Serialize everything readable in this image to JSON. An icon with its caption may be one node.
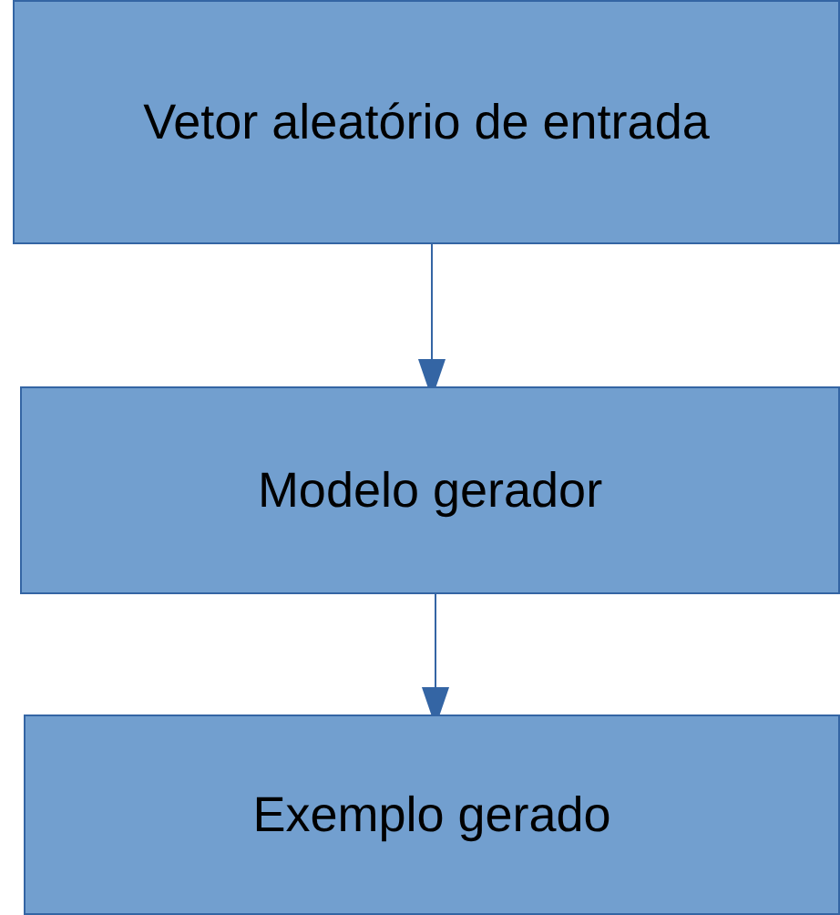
{
  "diagram": {
    "nodes": [
      {
        "text": [
          "Vetor aleatório de entrada"
        ]
      },
      {
        "text": [
          "Modelo gerador"
        ]
      },
      {
        "text": [
          "Exemplo gerado"
        ]
      }
    ],
    "edges": [
      {
        "from": 0,
        "to": 1,
        "arrow": "to"
      },
      {
        "from": 1,
        "to": 2,
        "arrow": "to"
      }
    ]
  }
}
